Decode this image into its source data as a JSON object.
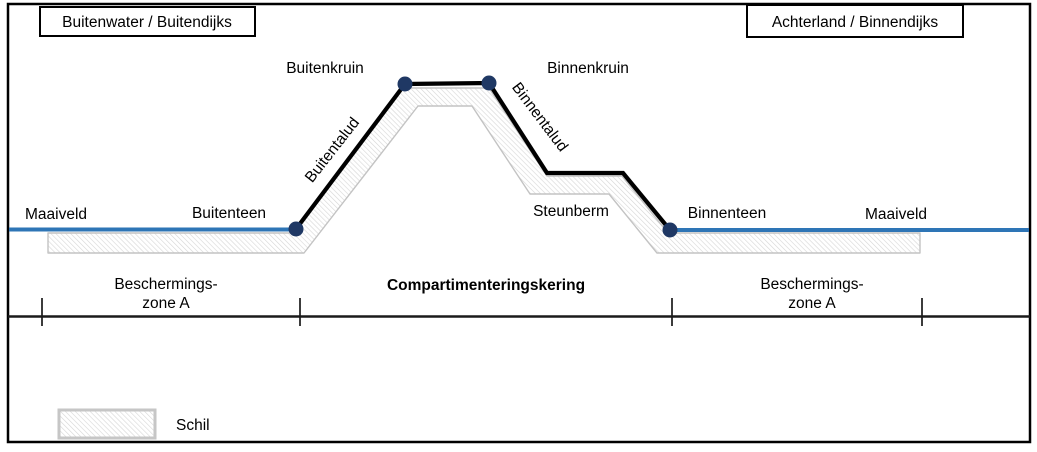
{
  "header": {
    "left_box": "Buitenwater / Buitendijks",
    "right_box": "Achterland / Binnendijks"
  },
  "labels": {
    "buitenkruin": "Buitenkruin",
    "binnenkruin": "Binnenkruin",
    "buitentalud": "Buitentalud",
    "binnentalud": "Binnentalud",
    "maaiveld_left": "Maaiveld",
    "maaiveld_right": "Maaiveld",
    "buitenteen": "Buitenteen",
    "binnenteen": "Binnenteen",
    "steunberm": "Steunberm",
    "kering": "Compartimenteringskering",
    "zone_left_line1": "Beschermings-",
    "zone_left_line2": "zone A",
    "zone_right_line1": "Beschermings-",
    "zone_right_line2": "zone A"
  },
  "legend": {
    "schil": "Schil"
  },
  "colors": {
    "maaiveld_blue": "#2e75b6",
    "node_navy": "#1f3864",
    "hatch_line_gray": "#d6d6d6",
    "hatch_outline_gray": "#c3c3c3",
    "line_black": "#000000"
  }
}
